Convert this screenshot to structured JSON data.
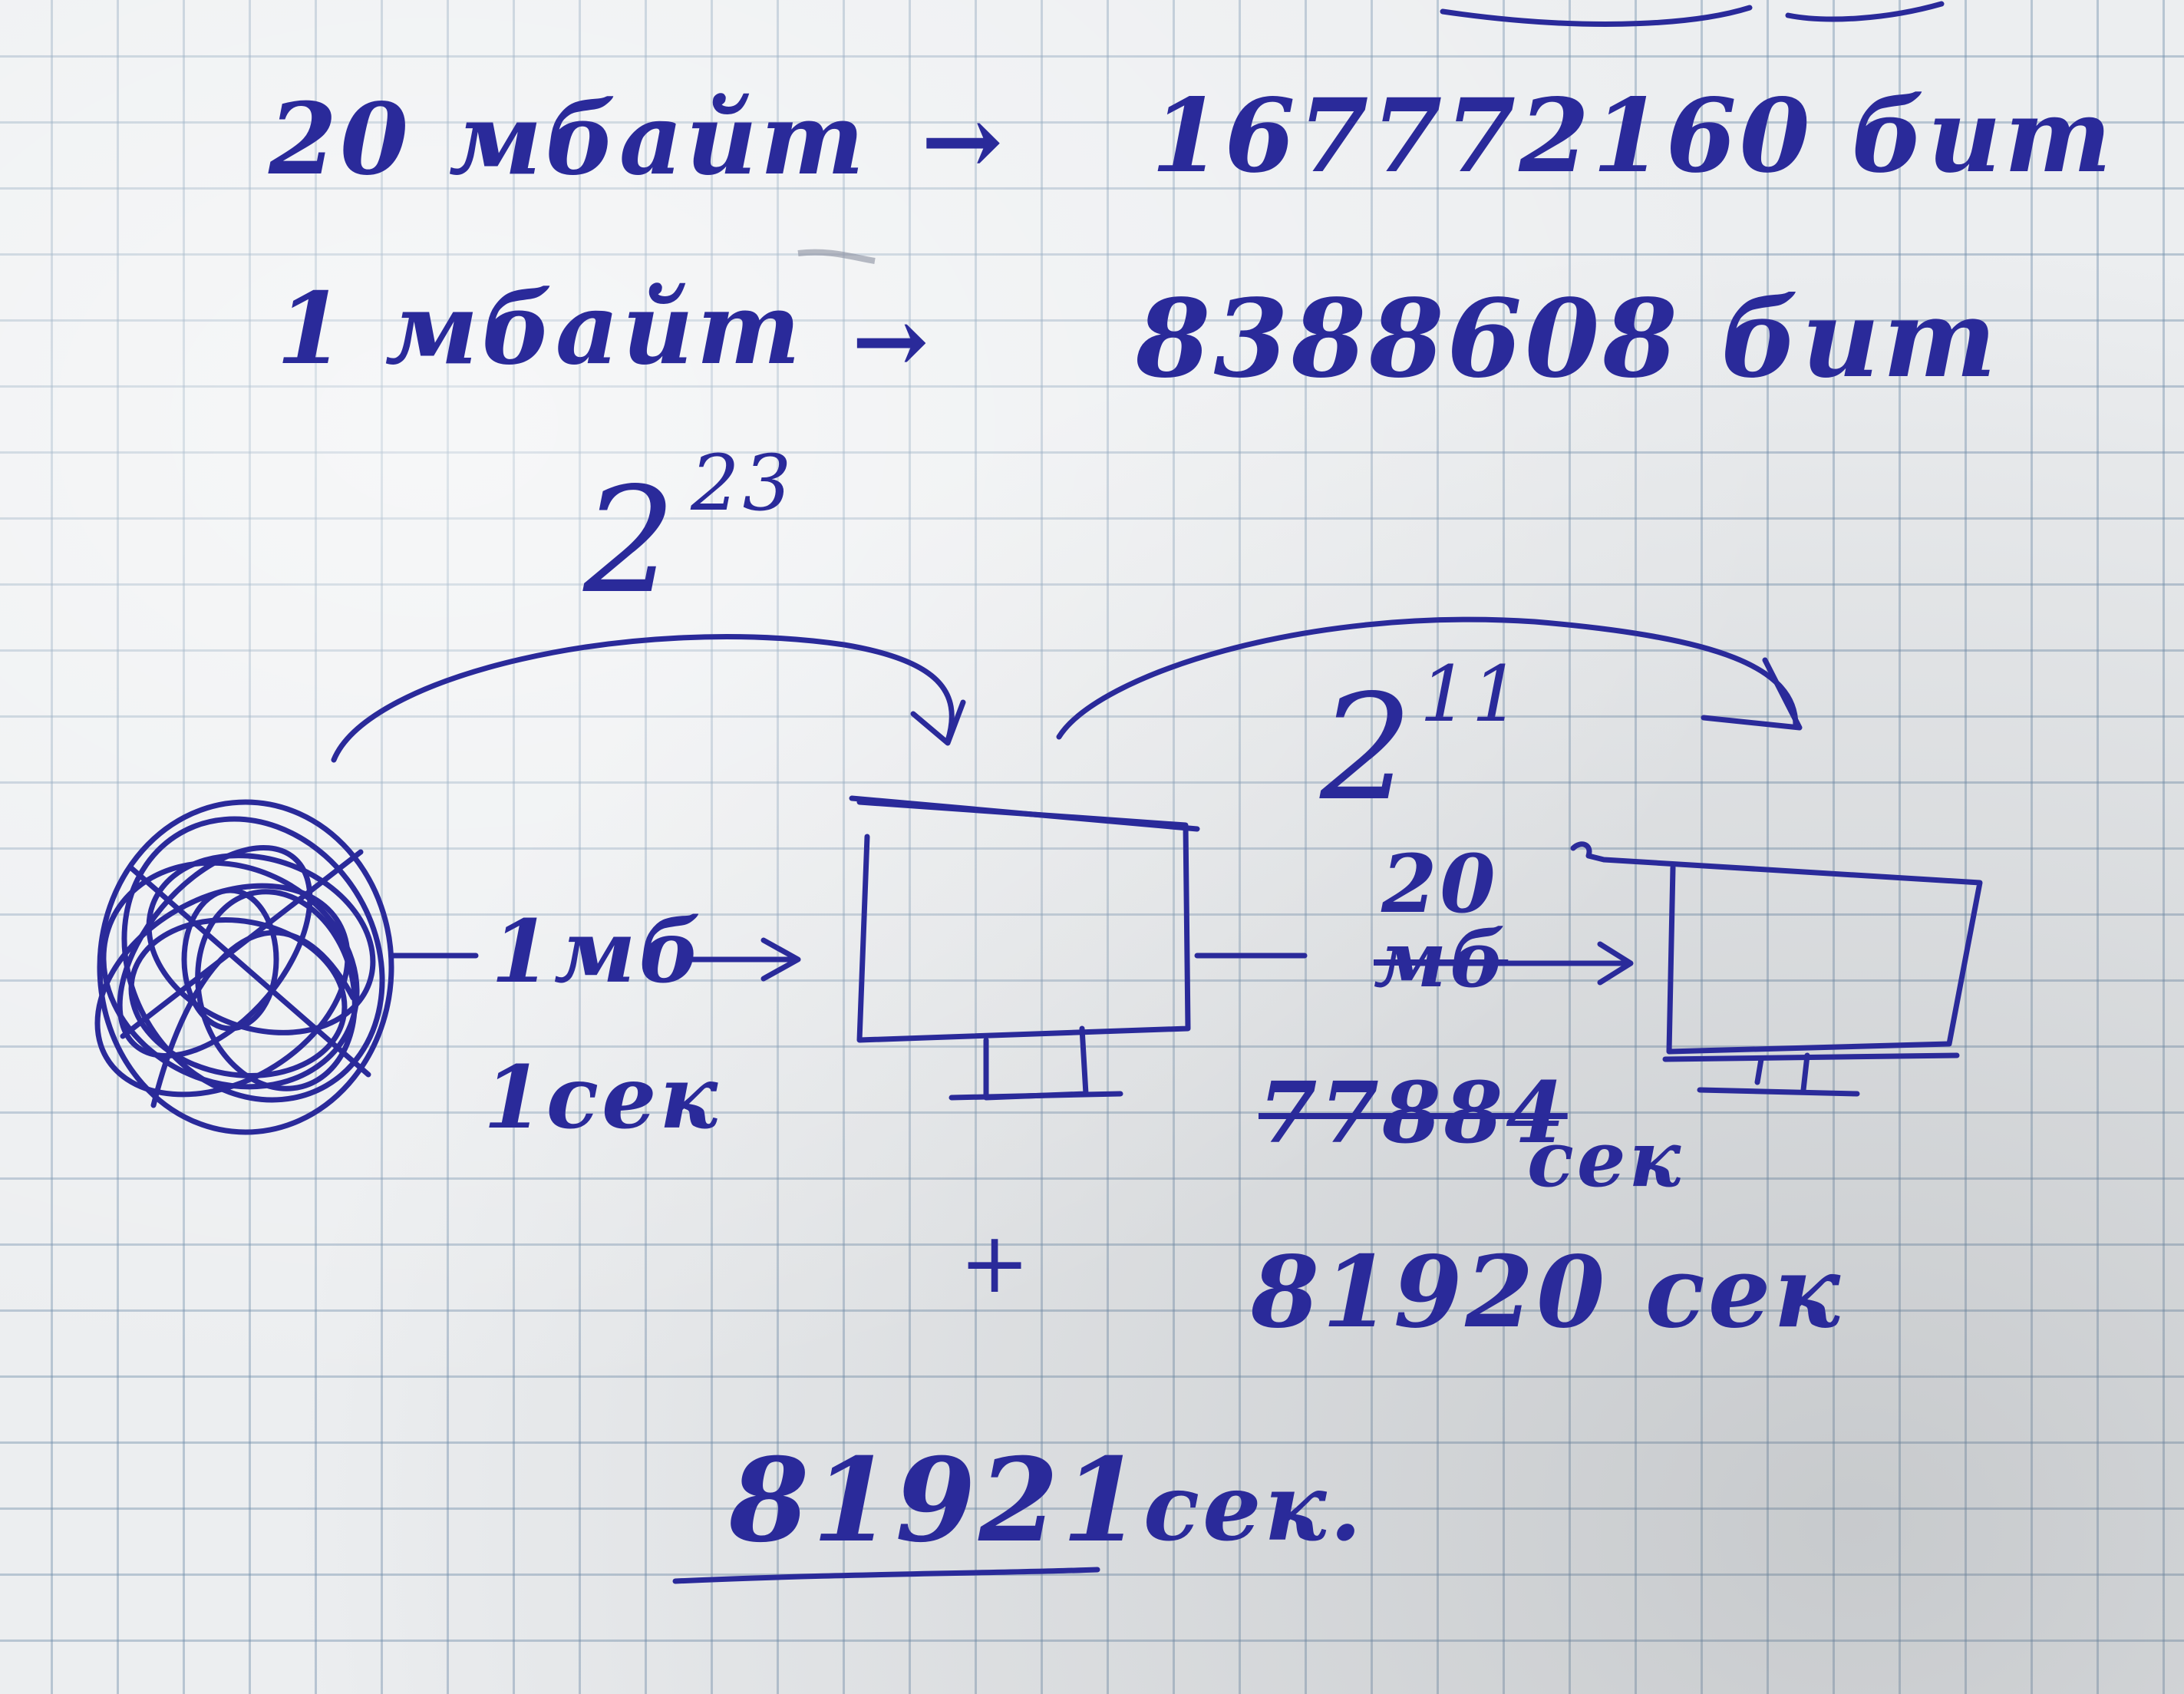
{
  "ink_color": "#2a2a9a",
  "paper_color": "#eceef0",
  "grid_color": "#7a98b8",
  "notes": {
    "line1_left": "20 мбайт",
    "line1_right": "167772160 бит",
    "line2_left": "1 мбайт",
    "line2_right": "8388608 бит",
    "power_left": "2",
    "power_left_exp": "23",
    "power_right": "2",
    "power_right_exp": "11",
    "left_link_size": "1мб",
    "left_link_time": "1сек",
    "right_link_size_top": "20",
    "right_link_size_struck": "мб",
    "right_time_struck": "77884",
    "right_time_unit": "сек",
    "right_time_value": "81920 сек",
    "plus_sign": "+",
    "total": "81921",
    "total_unit": "сек."
  },
  "icons": [
    "scribble-ball-icon",
    "monitor-icon"
  ]
}
